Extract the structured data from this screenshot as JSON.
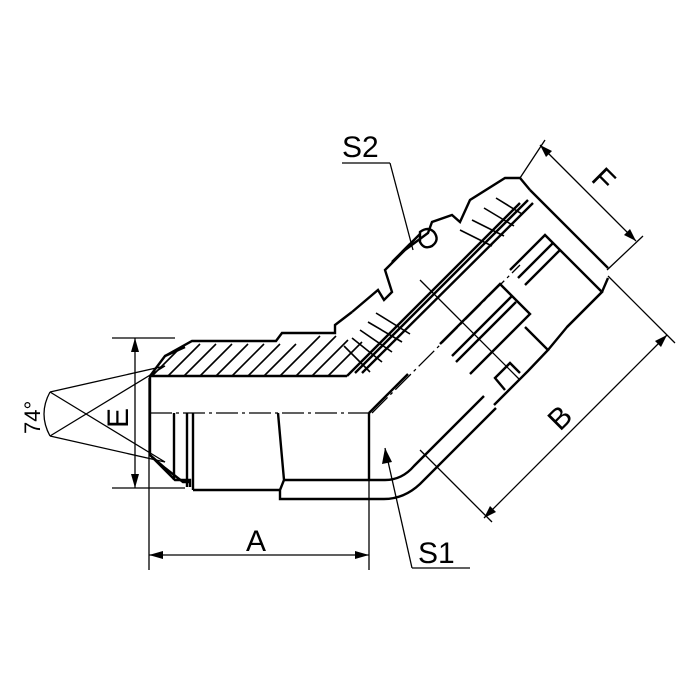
{
  "diagram": {
    "subject": "45-degree elbow hydraulic fitting, male flare (74° cone) to male thread",
    "line_color": "#000000",
    "background": "#ffffff",
    "labels": {
      "angle": "74°",
      "dim_E": "E",
      "dim_A": "A",
      "dim_B": "B",
      "dim_F": "F",
      "hex_S1": "S1",
      "hex_S2": "S2"
    },
    "parts": [
      "flare-cone-end",
      "straight-body",
      "45-degree-elbow",
      "locknut-with-o-ring",
      "angled-thread-end"
    ]
  }
}
